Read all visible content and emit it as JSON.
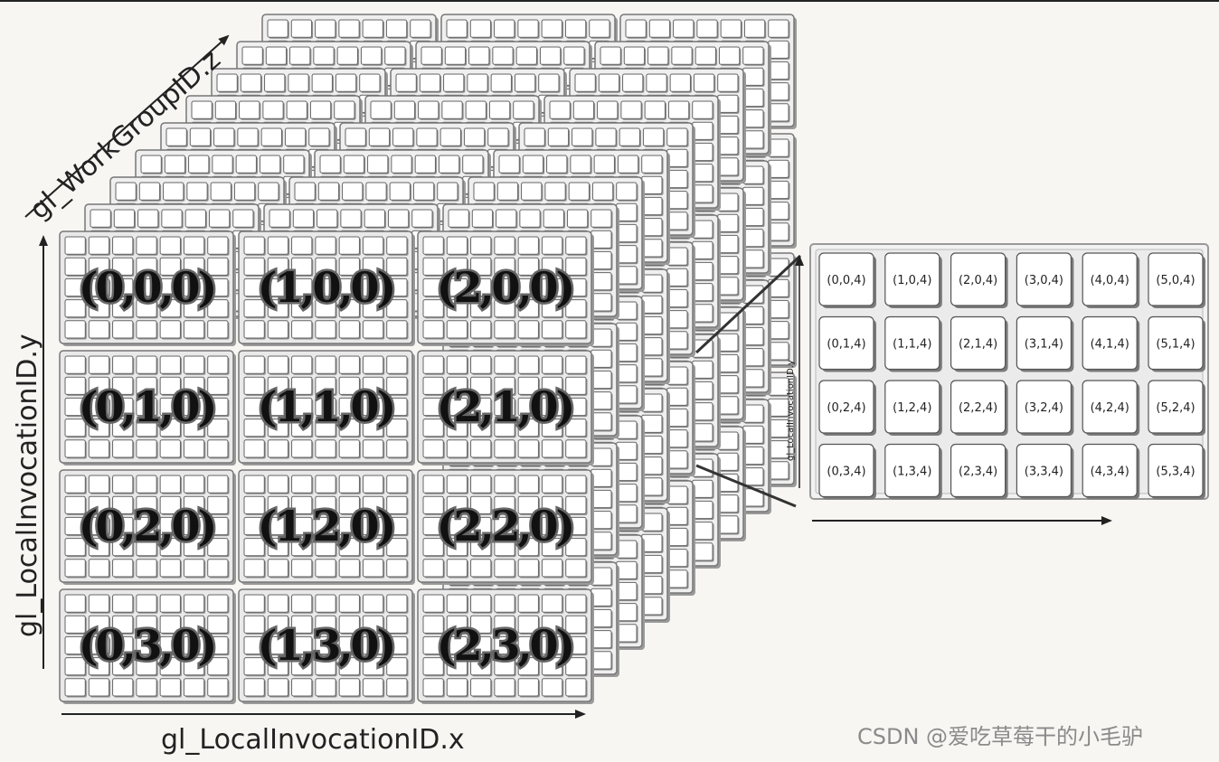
{
  "axes": {
    "z_label": "gl_WorkGroupID.z",
    "y_label": "gl_LocalInvocationID.y",
    "x_label": "gl_LocalInvocationID.x",
    "slice_y_label": "gl_LocalInvocationID.y"
  },
  "front_grid": {
    "rows": [
      [
        "(0,0,0)",
        "(1,0,0)",
        "(2,0,0)"
      ],
      [
        "(0,1,0)",
        "(1,1,0)",
        "(2,1,0)"
      ],
      [
        "(0,2,0)",
        "(1,2,0)",
        "(2,2,0)"
      ],
      [
        "(0,3,0)",
        "(1,3,0)",
        "(2,3,0)"
      ]
    ]
  },
  "slice_grid": {
    "rows": [
      [
        "(0,0,4)",
        "(1,0,4)",
        "(2,0,4)",
        "(3,0,4)",
        "(4,0,4)",
        "(5,0,4)"
      ],
      [
        "(0,1,4)",
        "(1,1,4)",
        "(2,1,4)",
        "(3,1,4)",
        "(4,1,4)",
        "(5,1,4)"
      ],
      [
        "(0,2,4)",
        "(1,2,4)",
        "(2,2,4)",
        "(3,2,4)",
        "(4,2,4)",
        "(5,2,4)"
      ],
      [
        "(0,3,4)",
        "(1,3,4)",
        "(2,3,4)",
        "(3,3,4)",
        "(4,3,4)",
        "(5,3,4)"
      ]
    ]
  },
  "watermark": "CSDN @爱吃草莓干的小毛驴"
}
